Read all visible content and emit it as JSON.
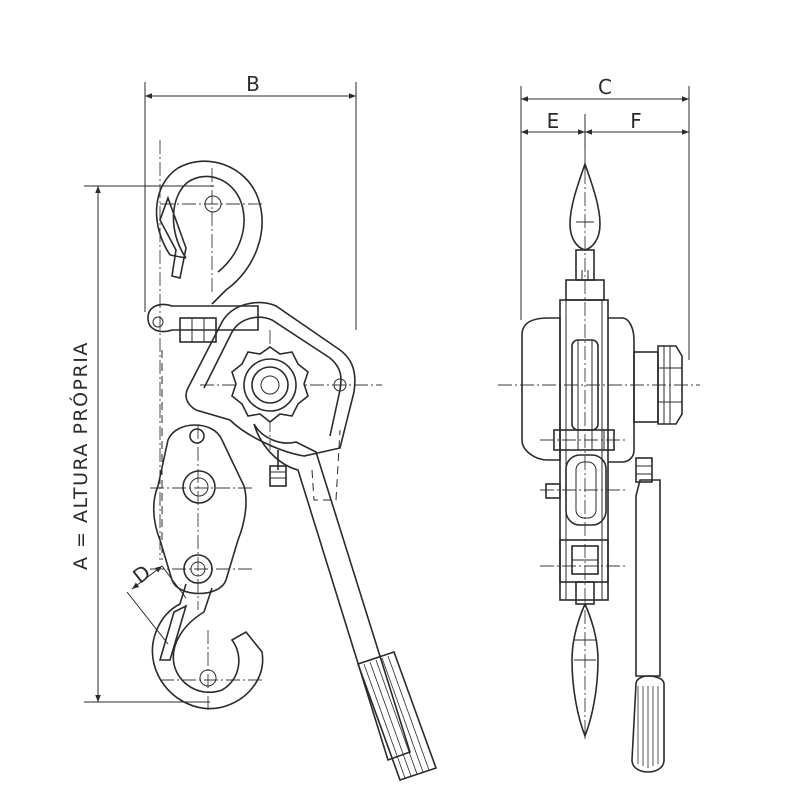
{
  "dimensions": {
    "A": "A = ALTURA PRÓPRIA",
    "B": "B",
    "C": "C",
    "D": "D",
    "E": "E",
    "F": "F"
  },
  "colors": {
    "line": "#2b2b2b",
    "background": "#ffffff"
  }
}
